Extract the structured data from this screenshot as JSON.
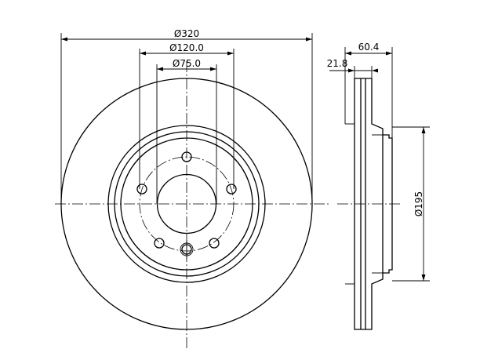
{
  "dimensions": {
    "outer_diameter": "Ø320",
    "pcd_diameter": "Ø120.0",
    "center_bore": "Ø75.0",
    "total_height": "60.4",
    "disc_thickness": "21.8",
    "hat_diameter": "Ø195"
  }
}
